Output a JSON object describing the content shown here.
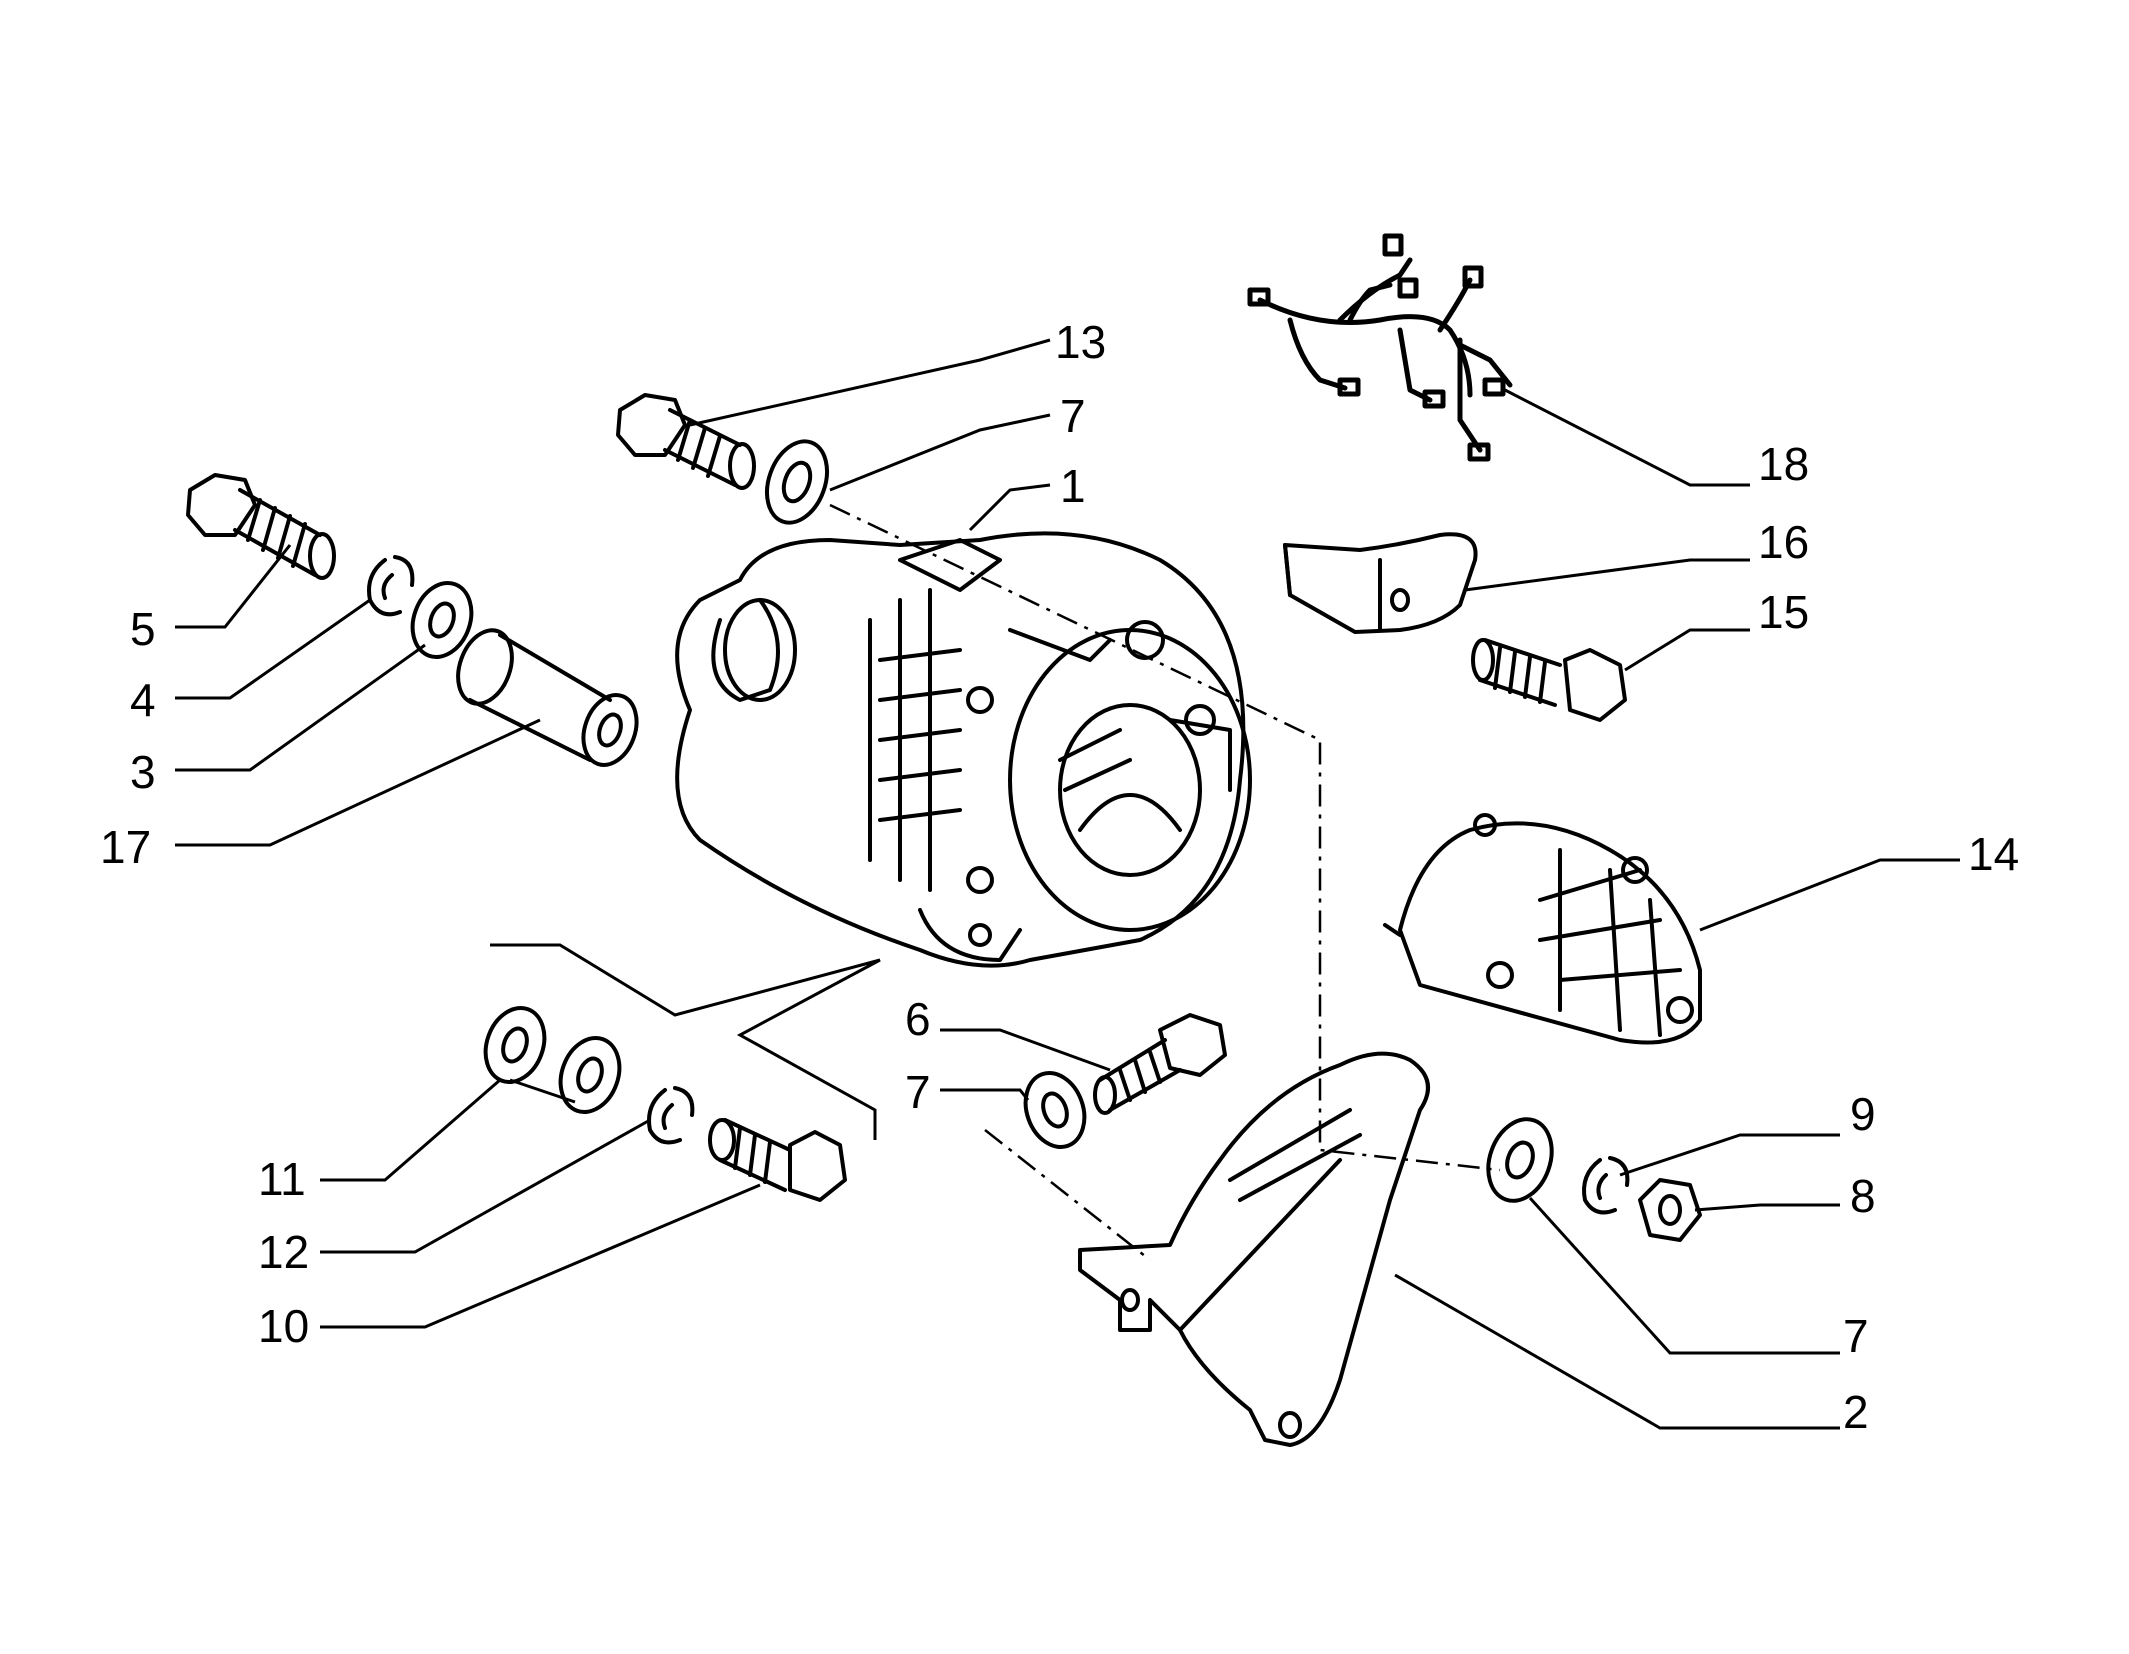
{
  "labels": {
    "p1": "1",
    "p2": "2",
    "p3": "3",
    "p4": "4",
    "p5": "5",
    "p6": "6",
    "p7a": "7",
    "p7b": "7",
    "p7c": "7",
    "p8": "8",
    "p9": "9",
    "p10": "10",
    "p11": "11",
    "p12": "12",
    "p13": "13",
    "p14": "14",
    "p15": "15",
    "p16": "16",
    "p17": "17",
    "p18": "18"
  }
}
